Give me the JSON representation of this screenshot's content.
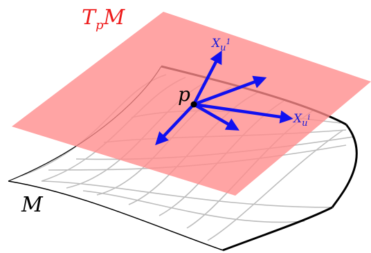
{
  "labels": {
    "tangent_plane_base": "T",
    "tangent_plane_sub": "p",
    "tangent_plane_tail": "M",
    "manifold": "M",
    "point": "p",
    "vec1_base": "X",
    "vec1_sub": "u",
    "vec1_sup": "1",
    "vec2_base": "X",
    "vec2_sub": "u",
    "vec2_sup": "i"
  },
  "colors": {
    "plane": "#ff8a8a",
    "plane_label": "#ee1c1c",
    "vectors": "#1010f0",
    "vector_labels": "#1a1ad8",
    "surface_edge": "#000000",
    "grid": "#bdbdbd",
    "point": "#000000"
  }
}
